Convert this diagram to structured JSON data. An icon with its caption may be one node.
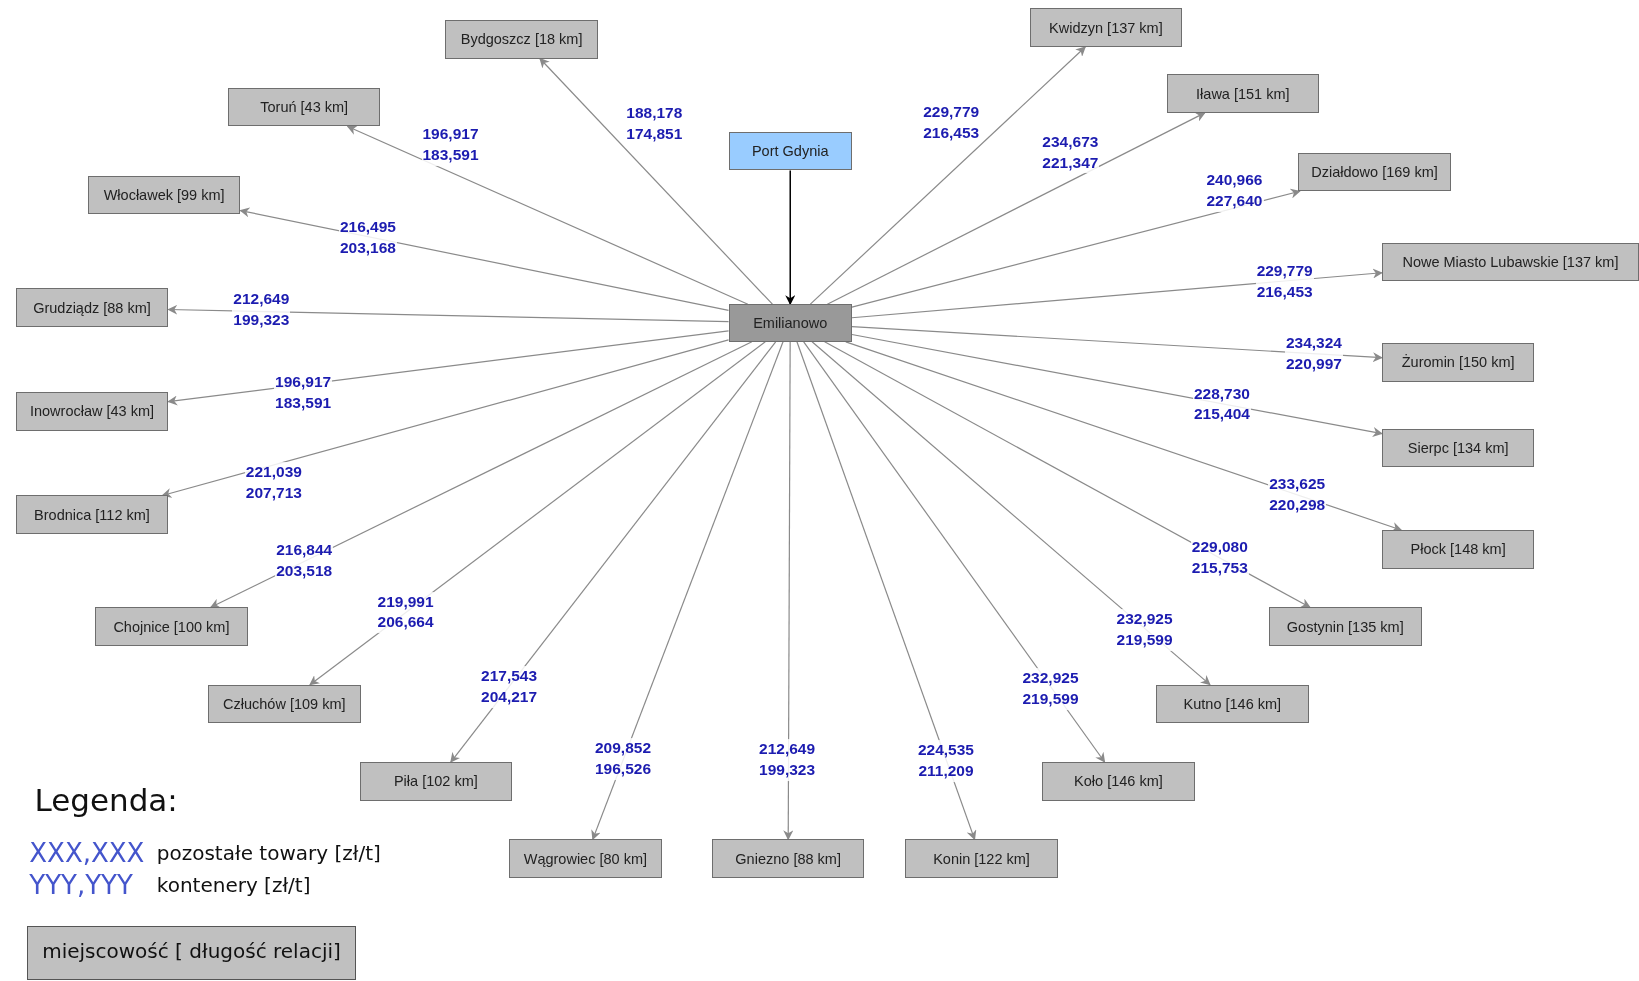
{
  "diagram": {
    "nodes": [
      {
        "text": [
          "Port Gdynia"
        ]
      },
      {
        "text": [
          "Emilianowo"
        ]
      },
      {
        "text": [
          "Bydgoszcz [18 km]"
        ]
      },
      {
        "text": [
          "Toruń [43 km]"
        ]
      },
      {
        "text": [
          "Włocławek [99 km]"
        ]
      },
      {
        "text": [
          "Grudziądz [88 km]"
        ]
      },
      {
        "text": [
          "Inowrocław [43 km]"
        ]
      },
      {
        "text": [
          "Brodnica [112 km]"
        ]
      },
      {
        "text": [
          "Chojnice [100 km]"
        ]
      },
      {
        "text": [
          "Człuchów [109 km]"
        ]
      },
      {
        "text": [
          "Piła [102 km]"
        ]
      },
      {
        "text": [
          "Wągrowiec [80 km]"
        ]
      },
      {
        "text": [
          "Gniezno [88 km]"
        ]
      },
      {
        "text": [
          "Konin [122 km]"
        ]
      },
      {
        "text": [
          "Koło [146 km]"
        ]
      },
      {
        "text": [
          "Kutno [146 km]"
        ]
      },
      {
        "text": [
          "Gostynin [135 km]"
        ]
      },
      {
        "text": [
          "Płock [148 km]"
        ]
      },
      {
        "text": [
          "Sierpc [134 km]"
        ]
      },
      {
        "text": [
          "Żuromin [150 km]"
        ]
      },
      {
        "text": [
          "Nowe Miasto Lubawskie [137 km]"
        ]
      },
      {
        "text": [
          "Działdowo [169 km]"
        ]
      },
      {
        "text": [
          "Iława [151 km]"
        ]
      },
      {
        "text": [
          "Kwidzyn [137 km]"
        ]
      }
    ],
    "edges": [
      {
        "from": 0,
        "to": 1,
        "arrow": "to",
        "color": "#000000"
      },
      {
        "from": 1,
        "to": 2,
        "arrow": "to",
        "label": "188,178 174,851"
      },
      {
        "from": 1,
        "to": 3,
        "arrow": "to",
        "label": "196,917 183,591"
      },
      {
        "from": 1,
        "to": 4,
        "arrow": "to",
        "label": "216,495 203,168"
      },
      {
        "from": 1,
        "to": 5,
        "arrow": "to",
        "label": "212,649 199,323"
      },
      {
        "from": 1,
        "to": 6,
        "arrow": "to",
        "label": "196,917 183,591"
      },
      {
        "from": 1,
        "to": 7,
        "arrow": "to",
        "label": "221,039 207,713"
      },
      {
        "from": 1,
        "to": 8,
        "arrow": "to",
        "label": "216,844 203,518"
      },
      {
        "from": 1,
        "to": 9,
        "arrow": "to",
        "label": "219,991 206,664"
      },
      {
        "from": 1,
        "to": 10,
        "arrow": "to",
        "label": "217,543 204,217"
      },
      {
        "from": 1,
        "to": 11,
        "arrow": "to",
        "label": "209,852 196,526"
      },
      {
        "from": 1,
        "to": 12,
        "arrow": "to",
        "label": "212,649 199,323"
      },
      {
        "from": 1,
        "to": 13,
        "arrow": "to",
        "label": "224,535 211,209"
      },
      {
        "from": 1,
        "to": 14,
        "arrow": "to",
        "label": "232,925 219,599"
      },
      {
        "from": 1,
        "to": 15,
        "arrow": "to",
        "label": "232,925 219,599"
      },
      {
        "from": 1,
        "to": 16,
        "arrow": "to",
        "label": "229,080 215,753"
      },
      {
        "from": 1,
        "to": 17,
        "arrow": "to",
        "label": "233,625 220,298"
      },
      {
        "from": 1,
        "to": 18,
        "arrow": "to",
        "label": "228,730 215,404"
      },
      {
        "from": 1,
        "to": 19,
        "arrow": "to",
        "label": "234,324 220,997"
      },
      {
        "from": 1,
        "to": 20,
        "arrow": "to",
        "label": "229,779 216,453"
      },
      {
        "from": 1,
        "to": 21,
        "arrow": "to",
        "label": "240,966 227,640"
      },
      {
        "from": 1,
        "to": 22,
        "arrow": "to",
        "label": "234,673 221,347"
      },
      {
        "from": 1,
        "to": 23,
        "arrow": "to",
        "label": "229,779 216,453"
      }
    ],
    "labels": [
      "Legenda:",
      "XXX,XXX",
      "YYY,YYY"
    ],
    "legend": [
      {
        "text": "pozostałe towary [zł/t]"
      },
      {
        "text": "kontenery [zł/t]"
      },
      {
        "text": "miejscowość [ długość relacji]"
      }
    ]
  }
}
